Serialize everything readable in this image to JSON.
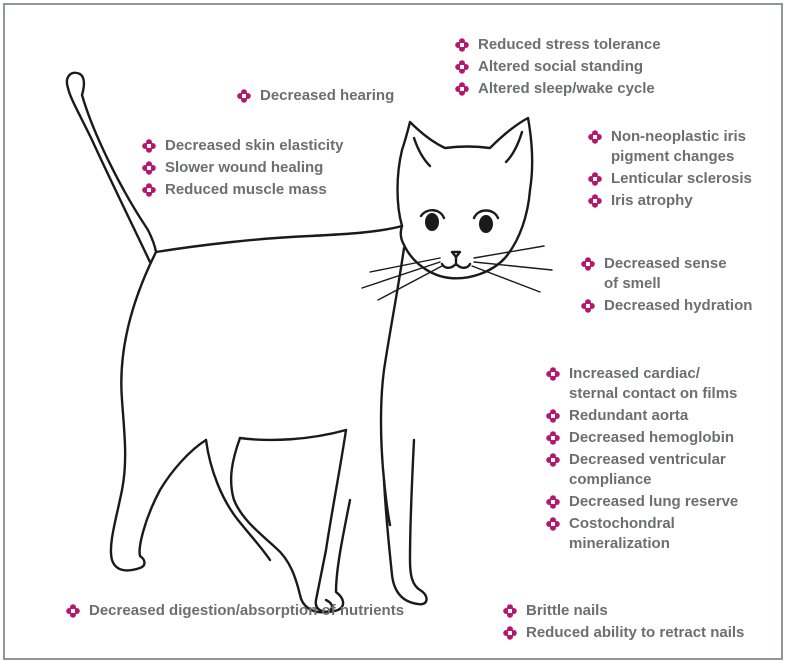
{
  "bullet_color": "#b5176e",
  "text_color": "#6d6e70",
  "groups": [
    {
      "id": "behavior",
      "items": [
        [
          "Reduced stress tolerance"
        ],
        [
          "Altered social standing"
        ],
        [
          "Altered sleep/wake cycle"
        ]
      ]
    },
    {
      "id": "hearing",
      "items": [
        [
          "Decreased hearing"
        ]
      ]
    },
    {
      "id": "skin",
      "items": [
        [
          "Decreased skin elasticity"
        ],
        [
          "Slower wound healing"
        ],
        [
          "Reduced muscle mass"
        ]
      ]
    },
    {
      "id": "eyes",
      "items": [
        [
          "Non-neoplastic iris",
          "pigment changes"
        ],
        [
          "Lenticular sclerosis"
        ],
        [
          "Iris atrophy"
        ]
      ]
    },
    {
      "id": "nose",
      "items": [
        [
          "Decreased sense",
          "of smell"
        ],
        [
          "Decreased hydration"
        ]
      ]
    },
    {
      "id": "chest",
      "items": [
        [
          "Increased cardiac/",
          "sternal contact on films"
        ],
        [
          "Redundant aorta"
        ],
        [
          "Decreased hemoglobin"
        ],
        [
          "Decreased ventricular",
          "compliance"
        ],
        [
          "Decreased lung reserve"
        ],
        [
          "Costochondral",
          "mineralization"
        ]
      ]
    },
    {
      "id": "digestion",
      "items": [
        [
          "Decreased digestion/absorption of nutrients"
        ]
      ]
    },
    {
      "id": "nails",
      "items": [
        [
          "Brittle nails"
        ],
        [
          "Reduced ability to retract nails"
        ]
      ]
    }
  ]
}
